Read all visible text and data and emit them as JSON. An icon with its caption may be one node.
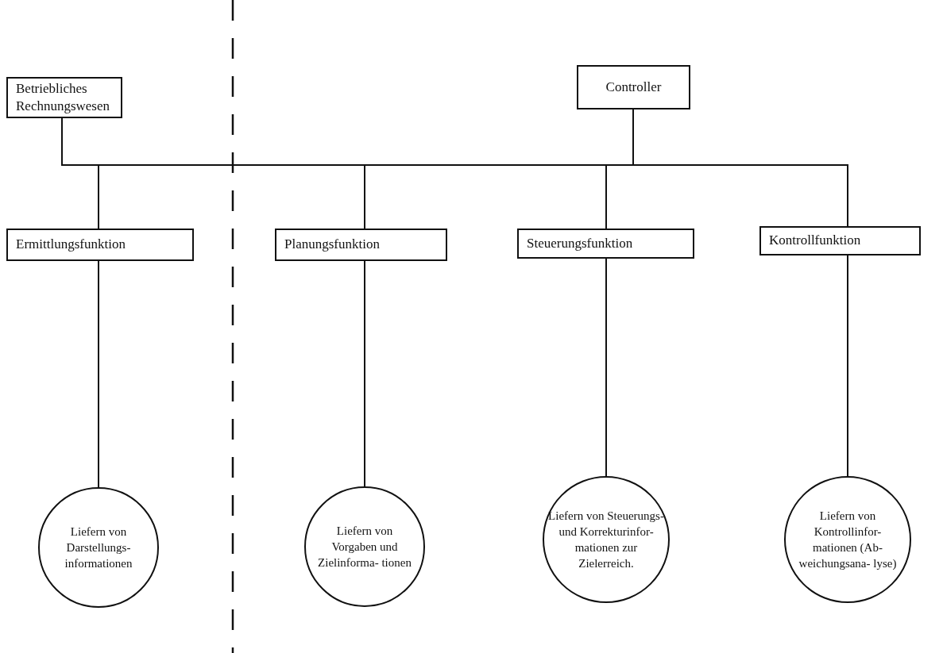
{
  "diagram": {
    "nodes": [
      {
        "text": [
          "Betriebliches Rechnungswesen"
        ]
      },
      {
        "text": [
          "Controller"
        ]
      },
      {
        "text": [
          "Ermittlungsfunktion"
        ]
      },
      {
        "text": [
          "Planungsfunktion"
        ]
      },
      {
        "text": [
          "Steuerungsfunktion"
        ]
      },
      {
        "text": [
          "Kontrollfunktion"
        ]
      },
      {
        "text": [
          "Liefern von Darstellungs- informationen"
        ]
      },
      {
        "text": [
          "Liefern von Vorgaben und Zielinforma- tionen"
        ]
      },
      {
        "text": [
          "Liefern von Steuerungs-und Korrekturinfor- mationen zur Zielerreich."
        ]
      },
      {
        "text": [
          "Liefern von Kontrollinfor- mationen (Ab- weichungsana- lyse)"
        ]
      }
    ],
    "edges": [
      {
        "from": 0,
        "to": 2,
        "arrow": "none"
      },
      {
        "from": 0,
        "to": 3,
        "arrow": "none"
      },
      {
        "from": 0,
        "to": 4,
        "arrow": "none"
      },
      {
        "from": 0,
        "to": 5,
        "arrow": "none"
      },
      {
        "from": 1,
        "to": 2,
        "arrow": "none"
      },
      {
        "from": 1,
        "to": 3,
        "arrow": "none"
      },
      {
        "from": 1,
        "to": 4,
        "arrow": "none"
      },
      {
        "from": 1,
        "to": 5,
        "arrow": "none"
      },
      {
        "from": 2,
        "to": 6,
        "arrow": "none"
      },
      {
        "from": 3,
        "to": 7,
        "arrow": "none"
      },
      {
        "from": 4,
        "to": 8,
        "arrow": "none"
      },
      {
        "from": 5,
        "to": 9,
        "arrow": "none"
      }
    ]
  }
}
